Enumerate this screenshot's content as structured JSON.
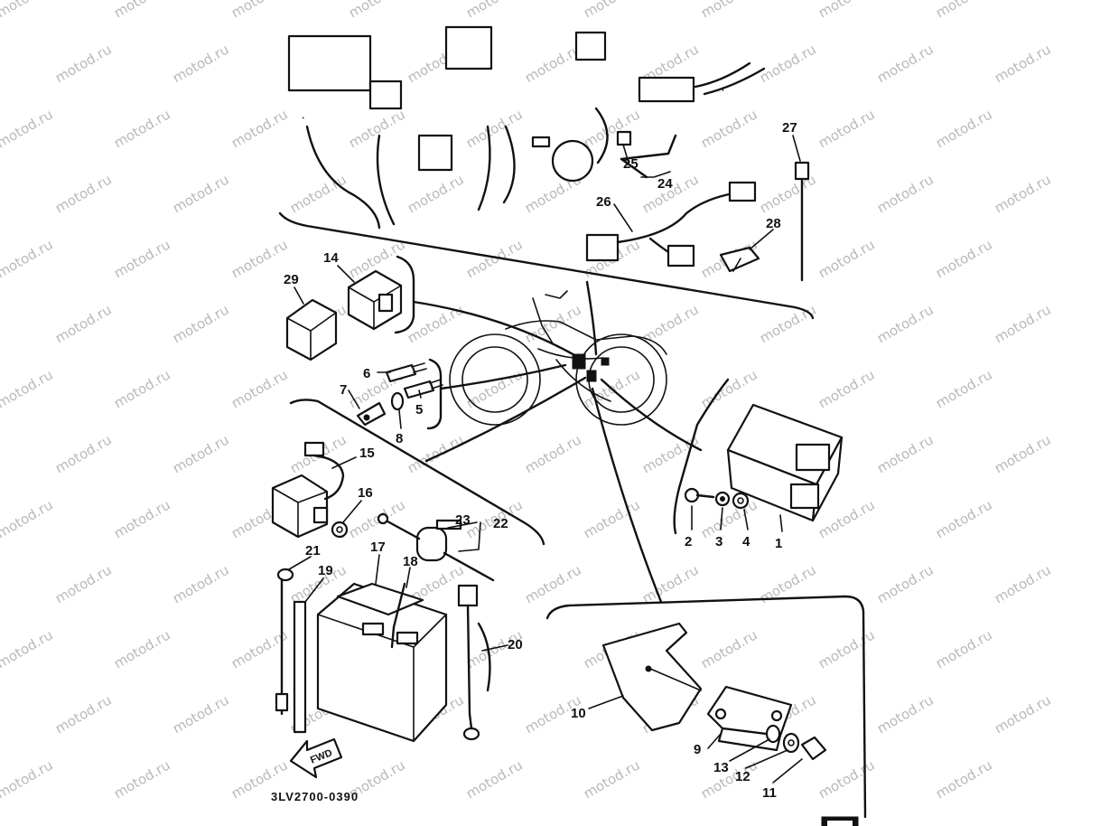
{
  "diagram_code": "3LV2700-0390",
  "fwd_label": "FWD",
  "watermark": "motod.ru",
  "callouts": {
    "p1": "1",
    "p2": "2",
    "p3": "3",
    "p4": "4",
    "p5": "5",
    "p6": "6",
    "p7": "7",
    "p8": "8",
    "p9": "9",
    "p10": "10",
    "p11": "11",
    "p12": "12",
    "p13": "13",
    "p14": "14",
    "p15": "15",
    "p16": "16",
    "p17": "17",
    "p18": "18",
    "p19": "19",
    "p20": "20",
    "p21": "21",
    "p22": "22",
    "p23": "23",
    "p24": "24",
    "p25": "25",
    "p26": "26",
    "p27": "27",
    "p28": "28",
    "p29": "29"
  }
}
